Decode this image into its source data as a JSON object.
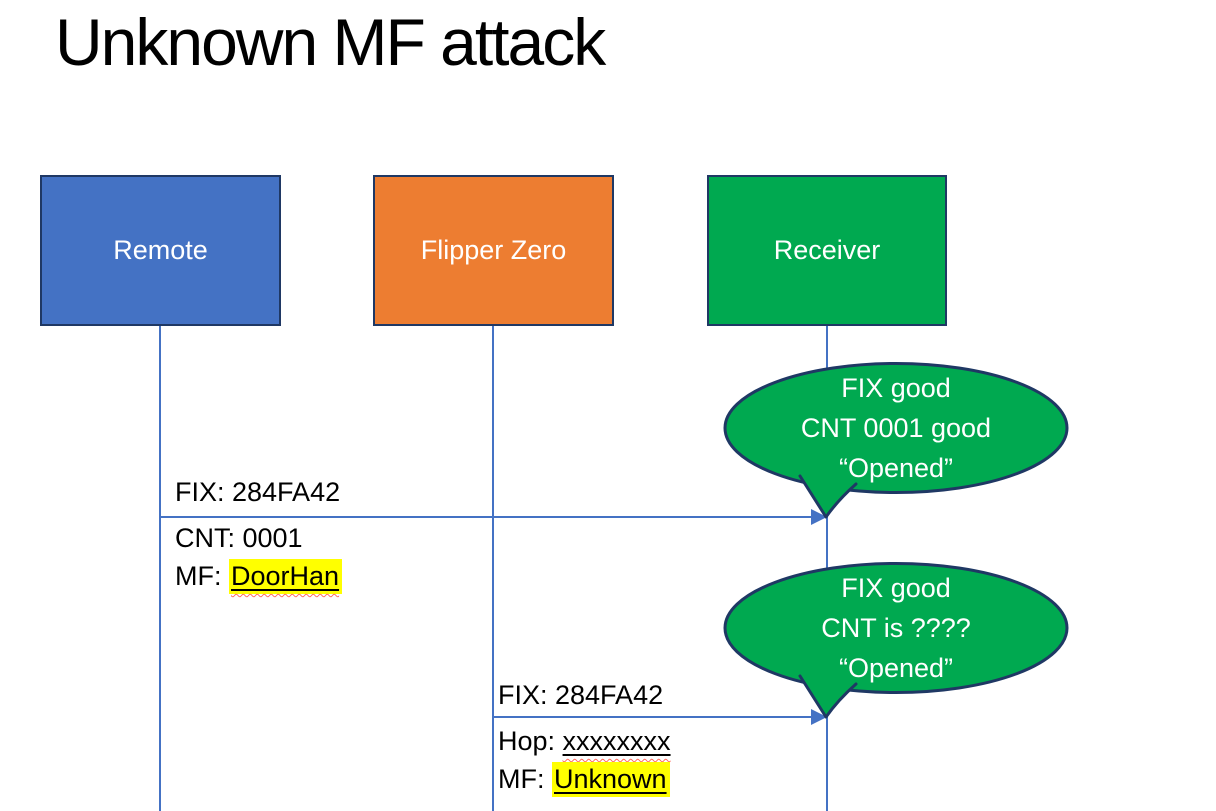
{
  "slide": {
    "title": "Unknown MF attack"
  },
  "actors": [
    {
      "label": "Remote",
      "fill": "#4472c4"
    },
    {
      "label": "Flipper Zero",
      "fill": "#ed7d31"
    },
    {
      "label": "Receiver",
      "fill": "#00a950"
    }
  ],
  "messages": [
    {
      "above": "FIX: 284FA42",
      "line2": "CNT: 0001",
      "line3_prefix": "MF: ",
      "line3_value": "DoorHan"
    },
    {
      "above": "FIX: 284FA42",
      "line2_prefix": "Hop: ",
      "line2_value": "xxxxxxxx",
      "line3_prefix": "MF: ",
      "line3_value": "Unknown"
    }
  ],
  "bubbles": [
    {
      "line1": "FIX good",
      "line2": "CNT 0001 good",
      "line3": "“Opened”"
    },
    {
      "line1": "FIX good",
      "line2": "CNT is ????",
      "line3": "“Opened”"
    }
  ],
  "colors": {
    "actor_border": "#1f3864",
    "bubble_fill": "#00a950",
    "bubble_border": "#1f3864",
    "connector": "#4472c4",
    "highlight": "#ffff00",
    "spell_wavy": "#ff6a5e",
    "title_color": "#000000",
    "body_text": "#000000",
    "actor_text": "#ffffff"
  }
}
